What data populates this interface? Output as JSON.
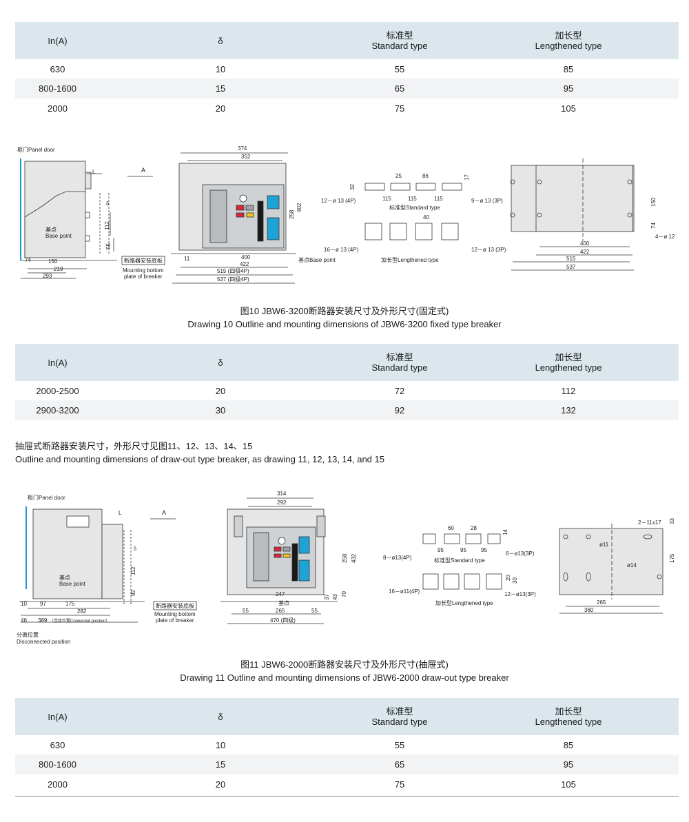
{
  "table1": {
    "headers": {
      "in": "In(A)",
      "delta": "δ",
      "std_cn": "标准型",
      "std_en": "Standard type",
      "len_cn": "加长型",
      "len_en": "Lengthened type"
    },
    "rows": [
      [
        "630",
        "10",
        "55",
        "85"
      ],
      [
        "800-1600",
        "15",
        "65",
        "95"
      ],
      [
        "2000",
        "20",
        "75",
        "105"
      ]
    ]
  },
  "drawing10": {
    "panel_door": "柜门Panel door",
    "arrow_a": "A",
    "l_label": "L",
    "delta_sym": "δ",
    "base_cn": "基点",
    "base_en": "Base point",
    "dim_74": "74",
    "dim_150": "150",
    "dim_219": "219",
    "dim_293": "293",
    "dim_112": "112",
    "dim_55": "55",
    "mount_cn": "断路器安装底板",
    "mount_en1": "Mounting bottom",
    "mount_en2": "plate of breaker",
    "dim_374": "374",
    "dim_352": "352",
    "dim_402": "402",
    "dim_258": "258",
    "dim_11": "11",
    "dim_400": "400",
    "dim_422": "422",
    "dim_515_4p": "515 (四极4P)",
    "dim_537_4p": "537 (四极4P)",
    "base_point_label": "基点Base point",
    "std_label": "标准型Standard type",
    "len_label": "加长型Lengthened type",
    "hole_12_4p": "12－ø 13 (4P)",
    "hole_9_3p": "9－ø 13 (3P)",
    "hole_16_4p": "16－ø 13 (4P)",
    "hole_12_3p": "12－ø 13 (3P)",
    "dim_25": "25",
    "dim_86": "86",
    "dim_32": "32",
    "dim_17": "17",
    "dim_115": "115",
    "dim_40": "40",
    "plate_150": "150",
    "plate_74": "74",
    "plate_holes": "4－ø 12",
    "plate_400": "400",
    "plate_422": "422",
    "plate_515": "515",
    "plate_537": "537"
  },
  "caption10": {
    "cn": "图10  JBW6-3200断路器安装尺寸及外形尺寸(固定式)",
    "en": "Drawing 10 Outline and mounting dimensions of JBW6-3200 fixed type breaker"
  },
  "table2": {
    "headers": {
      "in": "In(A)",
      "delta": "δ",
      "std_cn": "标准型",
      "std_en": "Standard type",
      "len_cn": "加长型",
      "len_en": "Lengthened type"
    },
    "rows": [
      [
        "2000-2500",
        "20",
        "72",
        "112"
      ],
      [
        "2900-3200",
        "30",
        "92",
        "132"
      ]
    ]
  },
  "note": {
    "cn": "抽屉式断路器安装尺寸，外形尺寸见图11、12、13、14、15",
    "en": "Outline and mounting dimensions of draw-out type breaker, as drawing 11, 12, 13, 14, and 15"
  },
  "drawing11": {
    "panel_door": "柜门Panel door",
    "arrow_a": "A",
    "l_label": "L",
    "delta_sym": "δ",
    "base_cn": "基点",
    "base_en": "Base point",
    "dim_112": "112",
    "dim_92": "92",
    "dim_10": "10",
    "dim_97": "97",
    "dim_175": "175",
    "dim_282": "282",
    "dim_46": "46",
    "dim_389": "389",
    "connected": "（连接位置Connected position）",
    "disc_cn": "分离位置",
    "disc_en": "Disconnected position",
    "mount_cn": "断路器安装底板",
    "mount_en1": "Mounting bottom",
    "mount_en2": "plate of breaker",
    "dim_314": "314",
    "dim_292": "292",
    "dim_258": "258",
    "dim_432": "432",
    "dim_247": "247",
    "dim_37": "37",
    "dim_43": "43",
    "dim_70": "70",
    "base_point_cn": "基点",
    "dim_55a": "55",
    "dim_265": "265",
    "dim_55b": "55",
    "dim_470": "470 (四极)",
    "std_label": "标准型Standard type",
    "len_label": "加长型Lengthened type",
    "hole_8_4p": "8－ø13(4P)",
    "hole_6_3p": "6－ø13(3P)",
    "hole_16_4p": "16－ø11(4P)",
    "hole_12_3p": "12－ø13(3P)",
    "dim_60": "60",
    "dim_28": "28",
    "dim_95": "95",
    "dim_14": "14",
    "dim_20": "20",
    "dim_30": "30",
    "plate_slot": "2－11x17",
    "plate_d11": "ø11",
    "plate_d14": "ø14",
    "plate_33": "33",
    "plate_175": "175",
    "plate_265": "265",
    "plate_360": "360"
  },
  "caption11": {
    "cn": "图11  JBW6-2000断路器安装尺寸及外形尺寸(抽屉式)",
    "en": "Drawing 11 Outline and mounting dimensions of JBW6-2000 draw-out type breaker"
  },
  "table3": {
    "headers": {
      "in": "In(A)",
      "delta": "δ",
      "std_cn": "标准型",
      "std_en": "Standard type",
      "len_cn": "加长型",
      "len_en": "Lengthened type"
    },
    "rows": [
      [
        "630",
        "10",
        "55",
        "85"
      ],
      [
        "800-1600",
        "15",
        "65",
        "95"
      ],
      [
        "2000",
        "20",
        "75",
        "105"
      ]
    ]
  }
}
